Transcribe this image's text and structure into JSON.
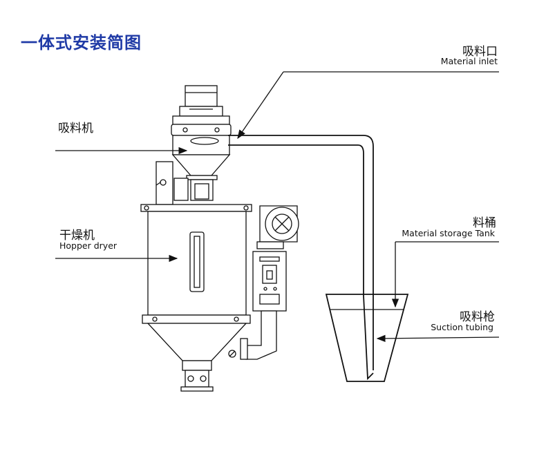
{
  "title": "一体式安装简图",
  "labels": {
    "inlet": {
      "cn": "吸料口",
      "en": "Material inlet"
    },
    "loader": {
      "cn": "吸料机"
    },
    "dryer": {
      "cn": "干燥机",
      "en": "Hopper dryer"
    },
    "tank": {
      "cn": "料桶",
      "en": "Material storage Tank"
    },
    "tubing": {
      "cn": "吸料枪",
      "en": "Suction tubing"
    }
  },
  "colors": {
    "title": "#1f3aa6",
    "line": "#111111"
  }
}
